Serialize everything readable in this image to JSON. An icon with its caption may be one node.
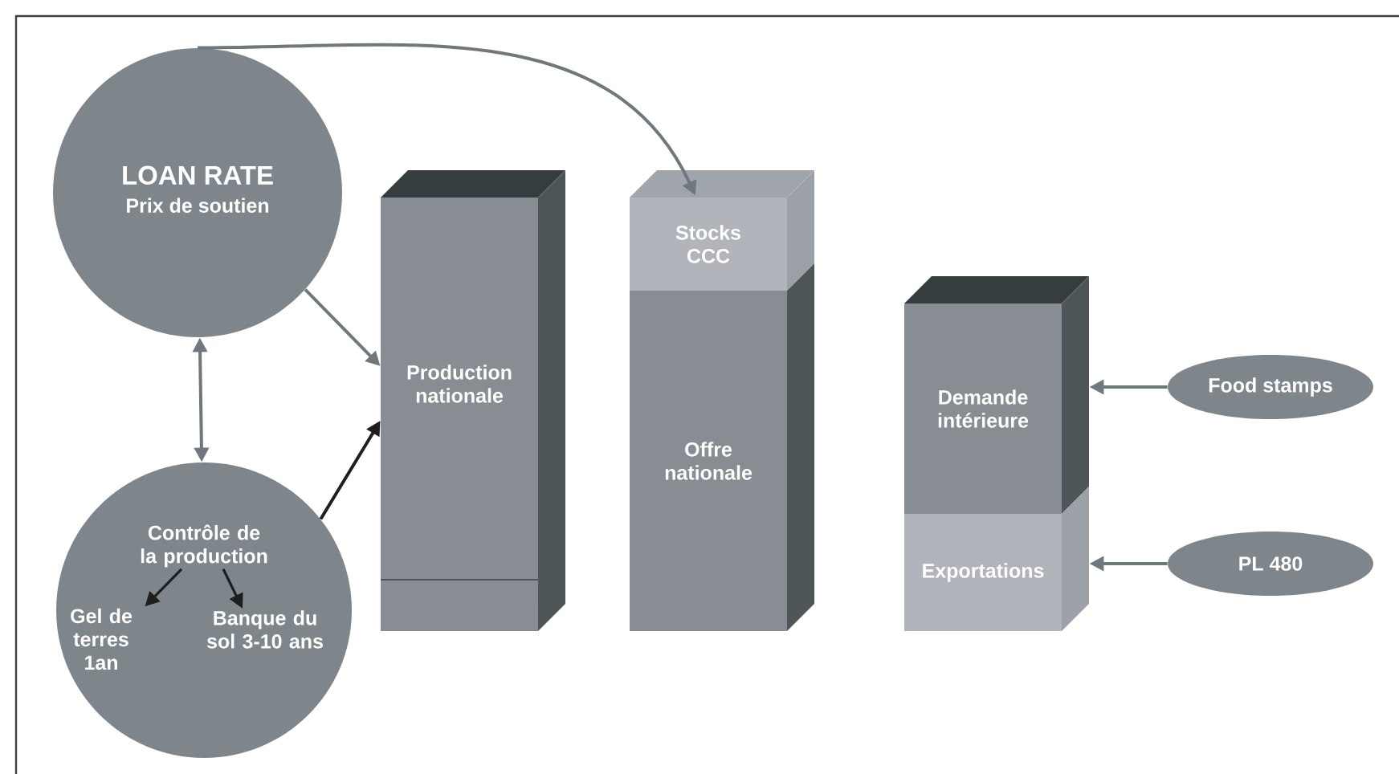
{
  "diagram": {
    "nodes": [
      {
        "text": [
          "LOAN RATE",
          "Prix de soutien"
        ]
      },
      {
        "text": [],
        "shape": "circle"
      },
      {
        "text": [
          "Contrôle de la production"
        ],
        "in": 1
      },
      {
        "text": [
          "Gel de terres 1an"
        ],
        "in": 1
      },
      {
        "text": [
          "Banque du sol 3-10 ans"
        ],
        "in": 1
      },
      {
        "text": [
          "Production nationale"
        ]
      },
      {
        "text": [
          "Stocks CCC"
        ]
      },
      {
        "text": [
          "Offre nationale"
        ]
      },
      {
        "text": [
          "Demande intérieure"
        ]
      },
      {
        "text": [
          "Exportations"
        ]
      },
      {
        "text": [
          "Food stamps"
        ]
      },
      {
        "text": [
          "PL 480"
        ]
      }
    ],
    "edges": [
      {
        "from": 0,
        "to": 6,
        "arrow": "to"
      },
      {
        "from": 0,
        "to": 5,
        "arrow": "to"
      },
      {
        "from": 0,
        "to": 1,
        "arrow": "both"
      },
      {
        "from": 1,
        "to": 5,
        "arrow": "to",
        "color": "#1e1e1e"
      },
      {
        "from": 2,
        "to": 3,
        "arrow": "to",
        "color": "#1e1e1e"
      },
      {
        "from": 2,
        "to": 4,
        "arrow": "to",
        "color": "#1e1e1e"
      },
      {
        "from": 10,
        "to": 8,
        "arrow": "to"
      },
      {
        "from": 11,
        "to": 9,
        "arrow": "to"
      }
    ]
  }
}
